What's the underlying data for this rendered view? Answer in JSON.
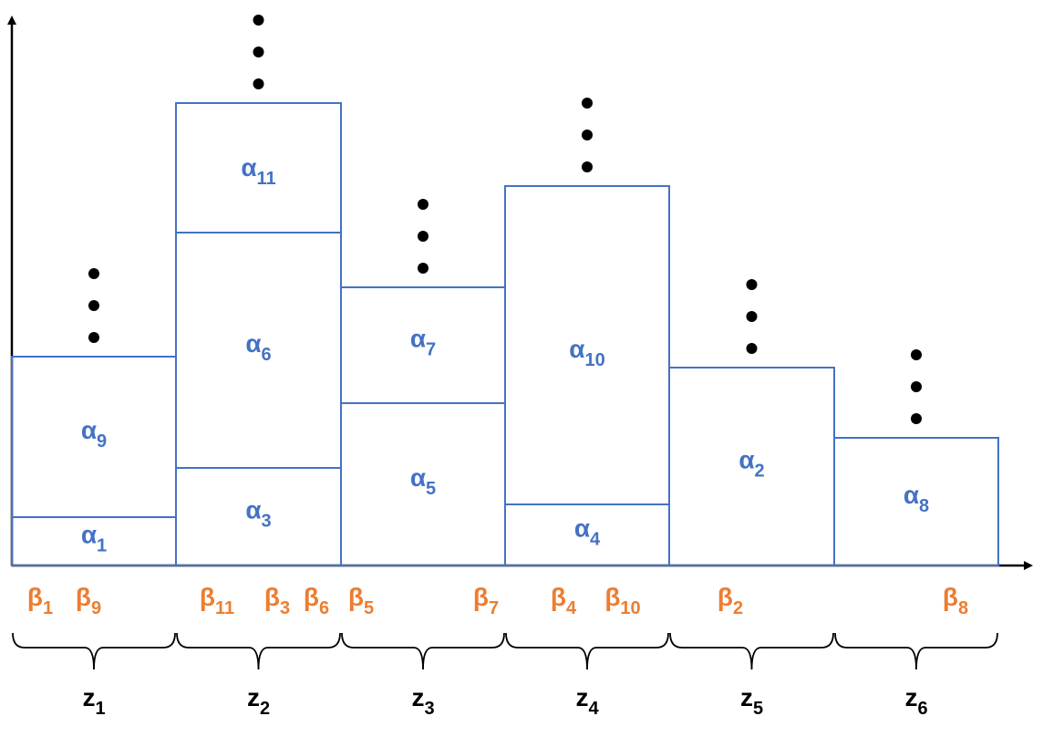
{
  "colors": {
    "box_stroke": "#4472c4",
    "alpha_text": "#4472c4",
    "beta_text": "#ed7d31",
    "axis": "#000000",
    "z_text": "#000000"
  },
  "columns": [
    {
      "z": {
        "base": "z",
        "sub": "1"
      },
      "boxes": [
        {
          "base": "α",
          "sub": "1"
        },
        {
          "base": "α",
          "sub": "9"
        }
      ],
      "betas": [
        {
          "base": "β",
          "sub": "1"
        },
        {
          "base": "β",
          "sub": "9"
        }
      ]
    },
    {
      "z": {
        "base": "z",
        "sub": "2"
      },
      "boxes": [
        {
          "base": "α",
          "sub": "3"
        },
        {
          "base": "α",
          "sub": "6"
        },
        {
          "base": "α",
          "sub": "11"
        }
      ],
      "betas": [
        {
          "base": "β",
          "sub": "11"
        },
        {
          "base": "β",
          "sub": "3"
        },
        {
          "base": "β",
          "sub": "6"
        }
      ]
    },
    {
      "z": {
        "base": "z",
        "sub": "3"
      },
      "boxes": [
        {
          "base": "α",
          "sub": "5"
        },
        {
          "base": "α",
          "sub": "7"
        }
      ],
      "betas": [
        {
          "base": "β",
          "sub": "5"
        },
        {
          "base": "β",
          "sub": "7"
        }
      ]
    },
    {
      "z": {
        "base": "z",
        "sub": "4"
      },
      "boxes": [
        {
          "base": "α",
          "sub": "4"
        },
        {
          "base": "α",
          "sub": "10"
        }
      ],
      "betas": [
        {
          "base": "β",
          "sub": "4"
        },
        {
          "base": "β",
          "sub": "10"
        }
      ]
    },
    {
      "z": {
        "base": "z",
        "sub": "5"
      },
      "boxes": [
        {
          "base": "α",
          "sub": "2"
        }
      ],
      "betas": [
        {
          "base": "β",
          "sub": "2"
        }
      ]
    },
    {
      "z": {
        "base": "z",
        "sub": "6"
      },
      "boxes": [
        {
          "base": "α",
          "sub": "8"
        }
      ],
      "betas": [
        {
          "base": "β",
          "sub": "8"
        }
      ]
    }
  ]
}
